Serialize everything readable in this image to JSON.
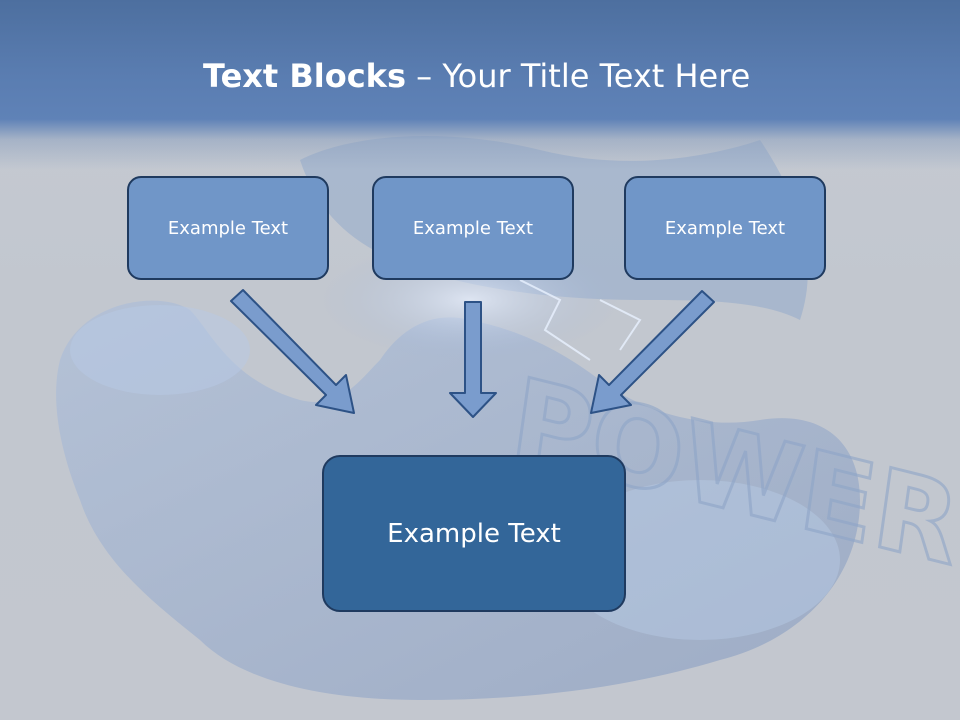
{
  "slide": {
    "title_bold": "Text Blocks",
    "title_separator": " – ",
    "title_rest": "Your Title Text Here",
    "blocks": [
      {
        "label": "Example Text"
      },
      {
        "label": "Example Text"
      },
      {
        "label": "Example Text"
      }
    ],
    "main_block": {
      "label": "Example Text"
    },
    "background_art_text": "POWER"
  },
  "colors": {
    "header": "#5a7db1",
    "small_box": "#7096c8",
    "main_box": "#336699",
    "border": "#1f3a5f",
    "arrow_fill": "#7a9ccd"
  }
}
